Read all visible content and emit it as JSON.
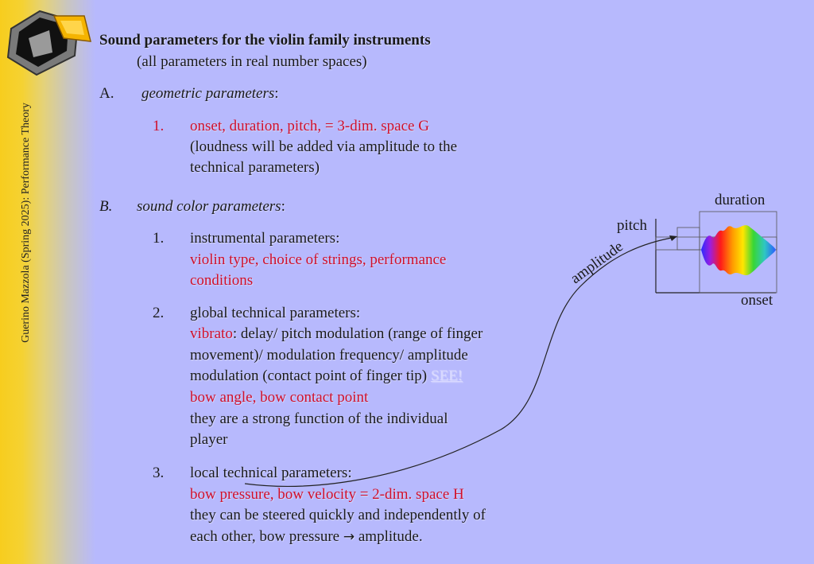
{
  "sidebar": {
    "vertical_text": "Guerino Mazzola (Spring 2025): Performance Theory"
  },
  "title": {
    "line1": "Sound parameters for the violin family instruments",
    "line2": "(all parameters in real number spaces)"
  },
  "section_a": {
    "marker": "A.",
    "heading": "geometric parameters",
    "colon": ":",
    "items": [
      {
        "number": "1.",
        "red_text": "onset, duration, pitch, = 3-dim. space G",
        "lines": [
          "(loudness will be added via amplitude to the",
          "technical parameters)"
        ]
      }
    ]
  },
  "section_b": {
    "marker": "B.",
    "heading": "sound color parameters",
    "colon": ":",
    "items": [
      {
        "number": "1.",
        "line1": "instrumental parameters:",
        "red_lines": [
          "violin type, choice of strings, performance",
          "conditions"
        ]
      },
      {
        "number": "2.",
        "line1": "global technical parameters:",
        "vibrato": "vibrato",
        "vibrato_rest": ": delay/ pitch modulation (range of finger",
        "lines": [
          "movement)/ modulation frequency/ amplitude"
        ],
        "line_last": "modulation (contact point of finger tip) ",
        "see_link": "SEE!",
        "red_line": "bow angle, bow contact point",
        "after_lines": [
          "they are a strong function of the individual",
          "player"
        ]
      },
      {
        "number": "3.",
        "line1": "local technical parameters:",
        "red_line": "bow pressure, bow velocity = 2-dim. space H",
        "lines": [
          "they can be steered quickly and independently of"
        ],
        "last_line_before": "each other, bow pressure ",
        "arrow": "→",
        "last_line_after": " amplitude."
      }
    ]
  },
  "diagram": {
    "duration_label": "duration",
    "pitch_label": "pitch",
    "onset_label": "onset",
    "amplitude_label": "amplitude"
  },
  "colors": {
    "background": "#b7b9fd",
    "accent_red": "#d0102a",
    "stripe": "#f7cd1e"
  }
}
